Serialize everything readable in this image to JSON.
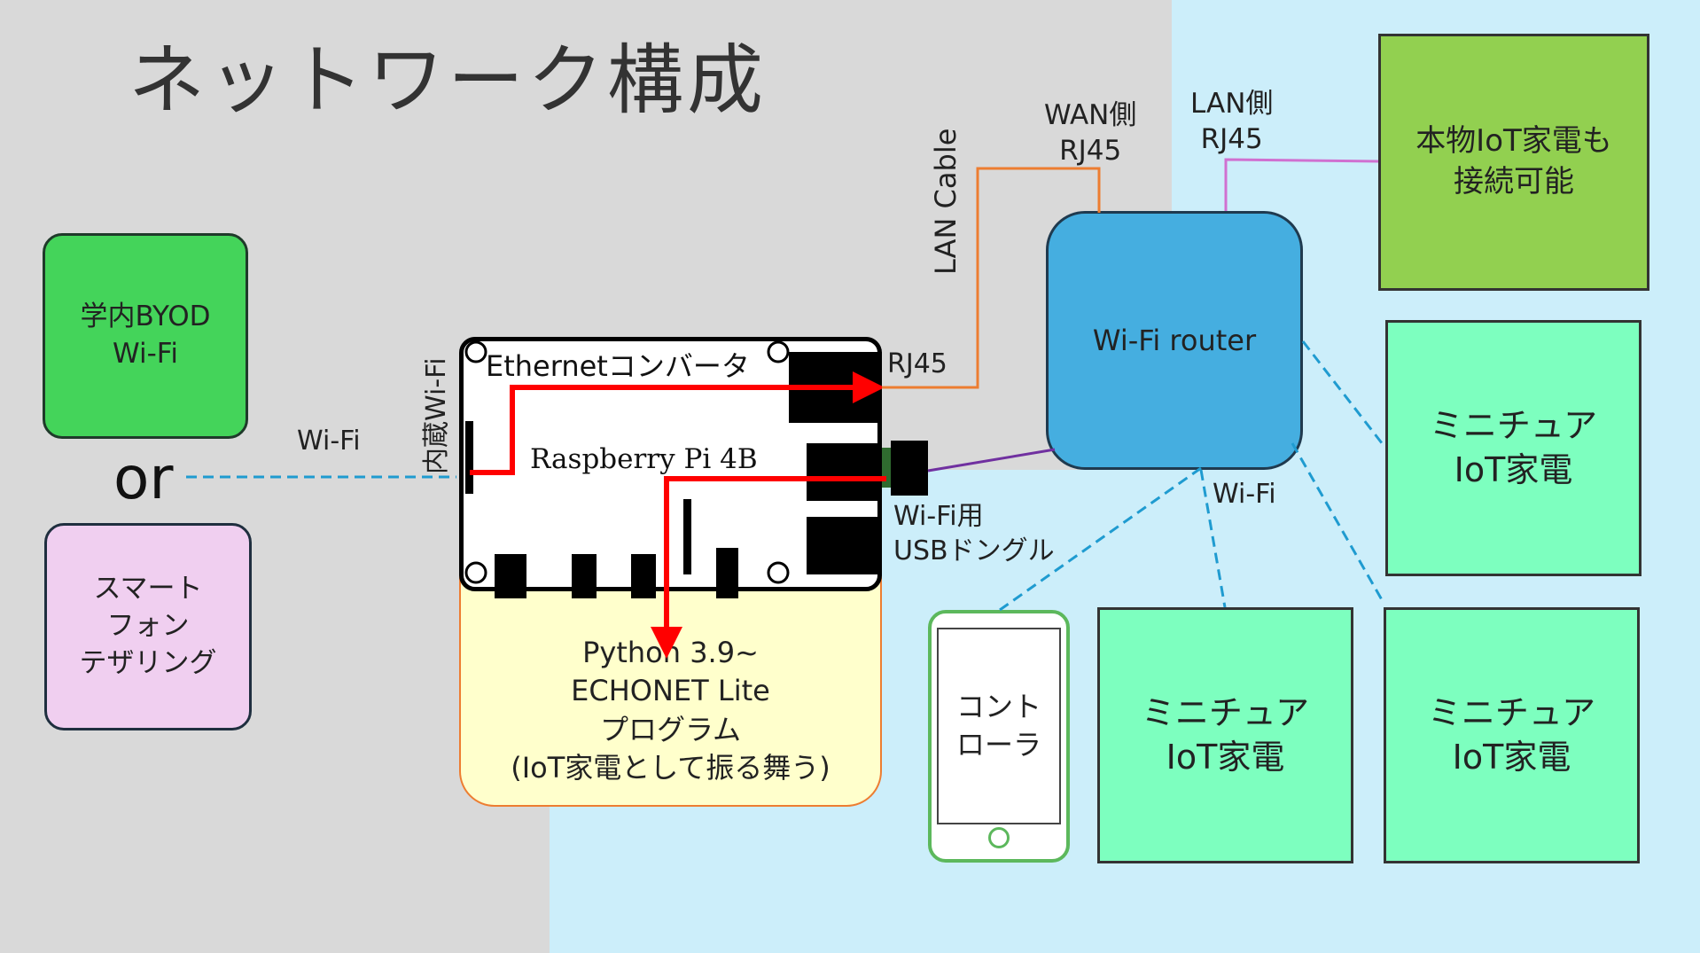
{
  "title": "ネットワーク構成",
  "colors": {
    "gray_bg": "#d9d9d9",
    "blue_bg": "#cceefa",
    "byod_box": "#44d45a",
    "tether_box": "#f0cff0",
    "program_box": "#ffffcc",
    "router": "#45aee0",
    "real_iot_box": "#92d050",
    "mini_iot_box": "#7dffbf",
    "red_arrow": "#ff0000",
    "lan_cable": "#ed7d31",
    "lan_side_line": "#d070d0",
    "usb_line": "#7030a0",
    "wifi_dash": "#1f9bd0",
    "phone_outline": "#5cb85c"
  },
  "left": {
    "byod_label": "学内BYOD\nWi-Fi",
    "or_label": "or",
    "tethering_label": "スマート\nフォン\nテザリング",
    "wifi_label": "Wi-Fi"
  },
  "pi": {
    "builtin_wifi_label": "内蔵Wi-Fi",
    "ethernet_converter_label": "Ethernetコンバータ",
    "board_label": "Raspberry Pi 4B",
    "rj45_label": "RJ45",
    "usb_dongle_label": "Wi-Fi用\nUSBドングル",
    "program_label": "Python 3.9~\nECHONET Lite\nプログラム\n(IoT家電として振る舞う)"
  },
  "router": {
    "lan_cable_label": "LAN Cable",
    "wan_label": "WAN側\nRJ45",
    "lan_label": "LAN側\nRJ45",
    "router_label": "Wi-Fi router",
    "wifi_label": "Wi-Fi"
  },
  "devices": {
    "real_iot_label": "本物IoT家電も\n接続可能",
    "mini_iot_1": "ミニチュア\nIoT家電",
    "mini_iot_2": "ミニチュア\nIoT家電",
    "mini_iot_3": "ミニチュア\nIoT家電",
    "controller_label": "コント\nローラ"
  }
}
